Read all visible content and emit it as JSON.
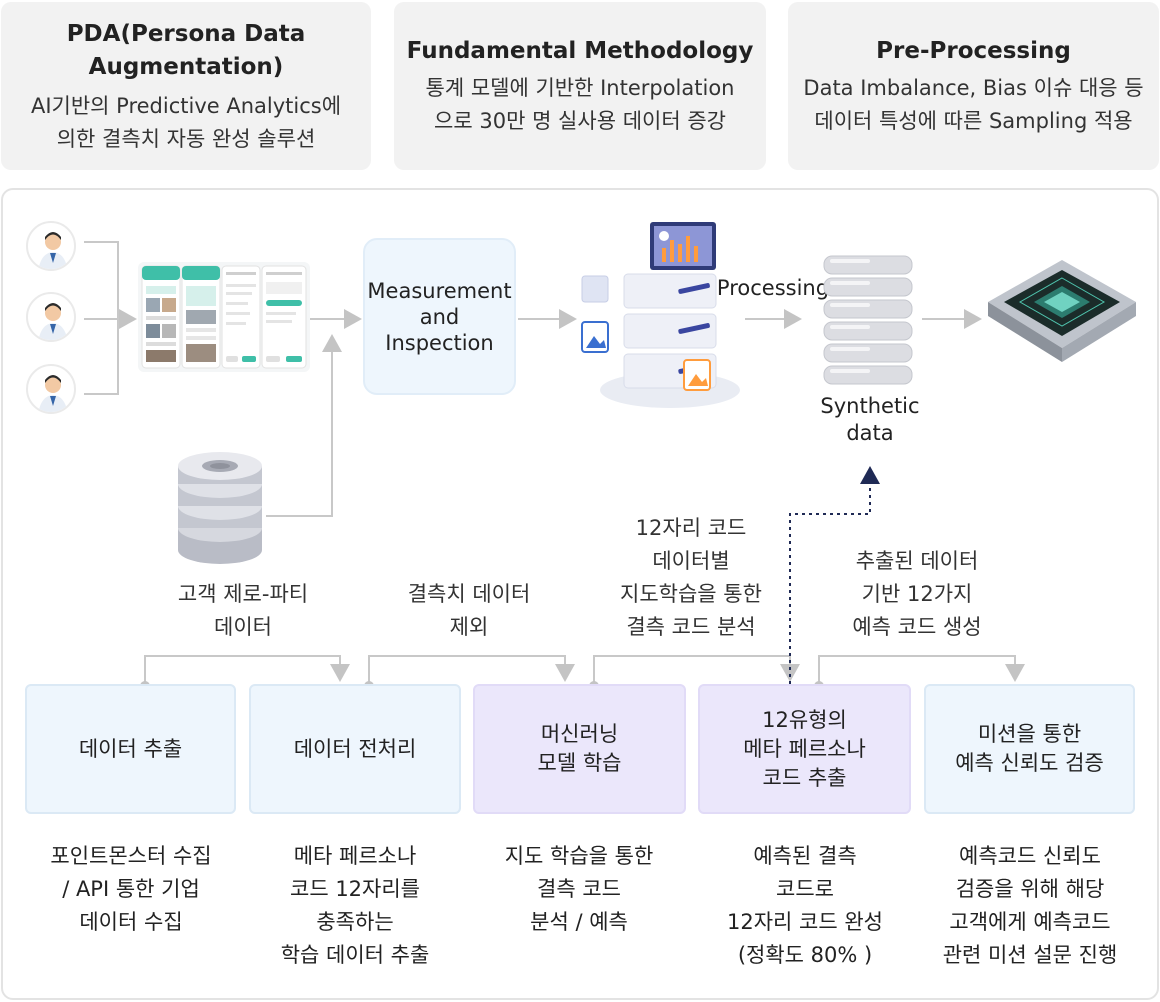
{
  "top_cards": [
    {
      "title": "PDA(Persona Data\nAugmentation)",
      "desc": "AI기반의 Predictive Analytics에\n의한  결측치 자동 완성 솔루션"
    },
    {
      "title": "Fundamental Methodology",
      "desc": "통계 모델에 기반한 Interpolation\n으로 30만 명 실사용 데이터 증강"
    },
    {
      "title": "Pre-Processing",
      "desc": "Data Imbalance, Bias 이슈 대응 등\n데이터 특성에 따른 Sampling 적용"
    }
  ],
  "diagram": {
    "measure_label": "Measurement\nand\nInspection",
    "processing_label": "Processing",
    "synthetic_label": "Synthetic\ndata",
    "zero_party_label": "고객 제로-파티\n데이터",
    "exclude_missing_label": "결측치 데이터\n제외",
    "supervised_label": "12자리 코드\n데이터별\n지도학습을 통한\n결측 코드 분석",
    "generate_label": "추출된 데이터\n기반 12가지\n예측 코드 생성"
  },
  "steps": [
    {
      "title": "데이터 추출",
      "desc": "포인트몬스터 수집\n/ API 통한 기업\n데이터 수집"
    },
    {
      "title": "데이터 전처리",
      "desc": "메타 페르소나\n코드 12자리를\n충족하는\n학습 데이터 추출"
    },
    {
      "title": "머신러닝\n모델 학습",
      "desc": "지도 학습을 통한\n결측 코드\n분석 / 예측"
    },
    {
      "title": "12유형의\n메타 페르소나\n코드 추출",
      "desc": "예측된 결측\n코드로\n12자리 코드 완성\n(정확도 80% )"
    },
    {
      "title": "미션을 통한\n예측 신뢰도 검증",
      "desc": "예측코드 신뢰도\n검증을 위해  해당\n고객에게 예측코드\n관련 미션 설문 진행"
    }
  ],
  "colors": {
    "card_bg": "#f2f2f2",
    "step_blue": "#eef6fd",
    "step_purple": "#ebe7fb",
    "line": "#c8c8c8",
    "teal": "#3fbfa8",
    "navy": "#1f2a55"
  },
  "icons": [
    "person-avatar-icon",
    "app-screens-icon",
    "database-icon",
    "server-stack-icon",
    "chip-icon",
    "image-icon"
  ]
}
